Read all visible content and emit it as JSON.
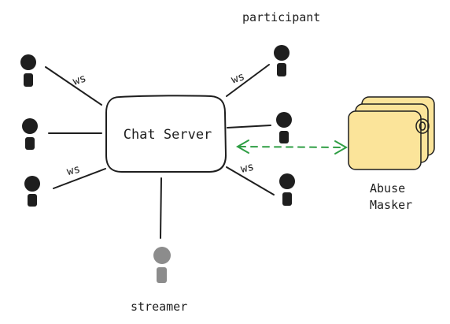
{
  "server": {
    "label": "Chat Server"
  },
  "edge_label": "ws",
  "participant_label": "participant",
  "streamer_label": "streamer",
  "abuse": {
    "line1": "Abuse",
    "line2": "Masker"
  },
  "colors": {
    "ink": "#1e1e1e",
    "streamer": "#8c8c8c",
    "masker_fill": "#fbe49a",
    "masker_stroke": "#1e1e1e",
    "dashed_arrow": "#2f9e44"
  }
}
